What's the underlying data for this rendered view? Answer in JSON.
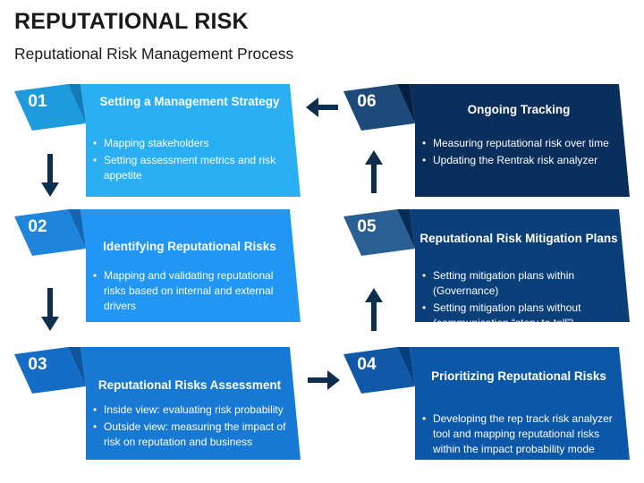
{
  "header": {
    "title": "REPUTATIONAL RISK",
    "subtitle": "Reputational Risk Management Process"
  },
  "steps": [
    {
      "number": "01",
      "heading": "Setting a Management Strategy",
      "bullets": [
        "Mapping stakeholders",
        "Setting assessment metrics and risk appetite"
      ],
      "colors": {
        "tab": "#1e9bdc",
        "body": "#2ab0f2",
        "fold": "#157ab8"
      }
    },
    {
      "number": "02",
      "heading": "Identifying Reputational Risks",
      "bullets": [
        "Mapping and validating reputational risks based on internal and external drivers"
      ],
      "colors": {
        "tab": "#1f84db",
        "body": "#2196f3",
        "fold": "#1565b5"
      }
    },
    {
      "number": "03",
      "heading": "Reputational Risks Assessment",
      "bullets": [
        "Inside view: evaluating risk probability",
        "Outside view: measuring the impact of risk on reputation and business"
      ],
      "colors": {
        "tab": "#146ec6",
        "body": "#1779d4",
        "fold": "#0f559e"
      }
    },
    {
      "number": "04",
      "heading": "Prioritizing Reputational Risks",
      "bullets": [
        "Developing the rep track risk analyzer tool and mapping reputational risks within the impact probability mode"
      ],
      "colors": {
        "tab": "#1158a8",
        "body": "#0d57a8",
        "fold": "#0a3f7d"
      }
    },
    {
      "number": "05",
      "heading": "Reputational Risk Mitigation Plans",
      "bullets": [
        "Setting mitigation plans within (Governance)",
        "Setting mitigation plans without (communication “story to tell”)"
      ],
      "colors": {
        "tab": "#2a5f93",
        "body": "#0b3f7a",
        "fold": "#072c57"
      }
    },
    {
      "number": "06",
      "heading": "Ongoing Tracking",
      "bullets": [
        "Measuring reputational risk over time",
        "Updating the Rentrak risk analyzer"
      ],
      "colors": {
        "tab": "#1d4a78",
        "body": "#0a2f5c",
        "fold": "#061f40"
      }
    }
  ],
  "arrows": [
    {
      "direction": "down"
    },
    {
      "direction": "down"
    },
    {
      "direction": "right"
    },
    {
      "direction": "up"
    },
    {
      "direction": "up"
    },
    {
      "direction": "left"
    }
  ],
  "colors": {
    "arrow": "#0d2e4f",
    "text": "#1a1a1a"
  }
}
